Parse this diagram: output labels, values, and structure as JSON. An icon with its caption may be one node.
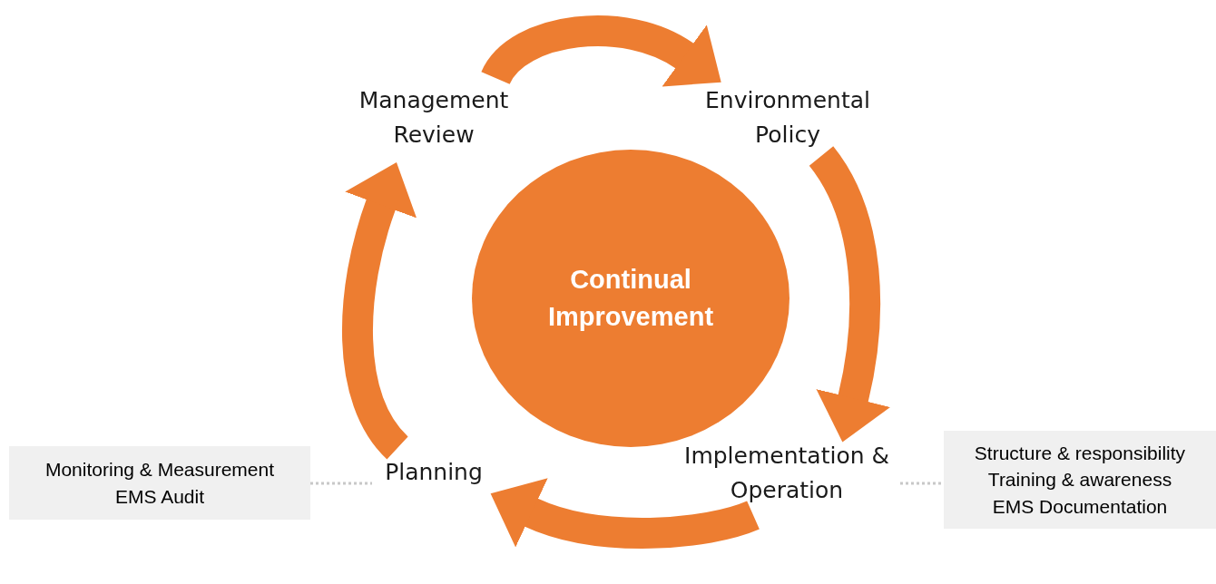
{
  "diagram": {
    "nodes": [
      {
        "text": [
          "Continual Improvement"
        ]
      },
      {
        "text": [
          "Management Review"
        ]
      },
      {
        "text": [
          "Environmental Policy"
        ]
      },
      {
        "text": [
          "Implementation & Operation"
        ]
      },
      {
        "text": [
          "Planning"
        ]
      },
      {
        "text": [
          "Monitoring & Measurement",
          "EMS Audit"
        ]
      },
      {
        "text": [
          "Structure & responsibility",
          "Training & awareness",
          "EMS Documentation"
        ]
      }
    ],
    "edges": [
      {
        "from": 1,
        "to": 2,
        "arrow": "to"
      },
      {
        "from": 2,
        "to": 3,
        "arrow": "to"
      },
      {
        "from": 3,
        "to": 4,
        "arrow": "to"
      },
      {
        "from": 4,
        "to": 1,
        "arrow": "to"
      },
      {
        "from": 5,
        "to": 4,
        "arrow": "none",
        "style": "dashed",
        "color": "#c8c8c8"
      },
      {
        "from": 3,
        "to": 6,
        "arrow": "none",
        "style": "dashed",
        "color": "#c8c8c8"
      }
    ]
  }
}
